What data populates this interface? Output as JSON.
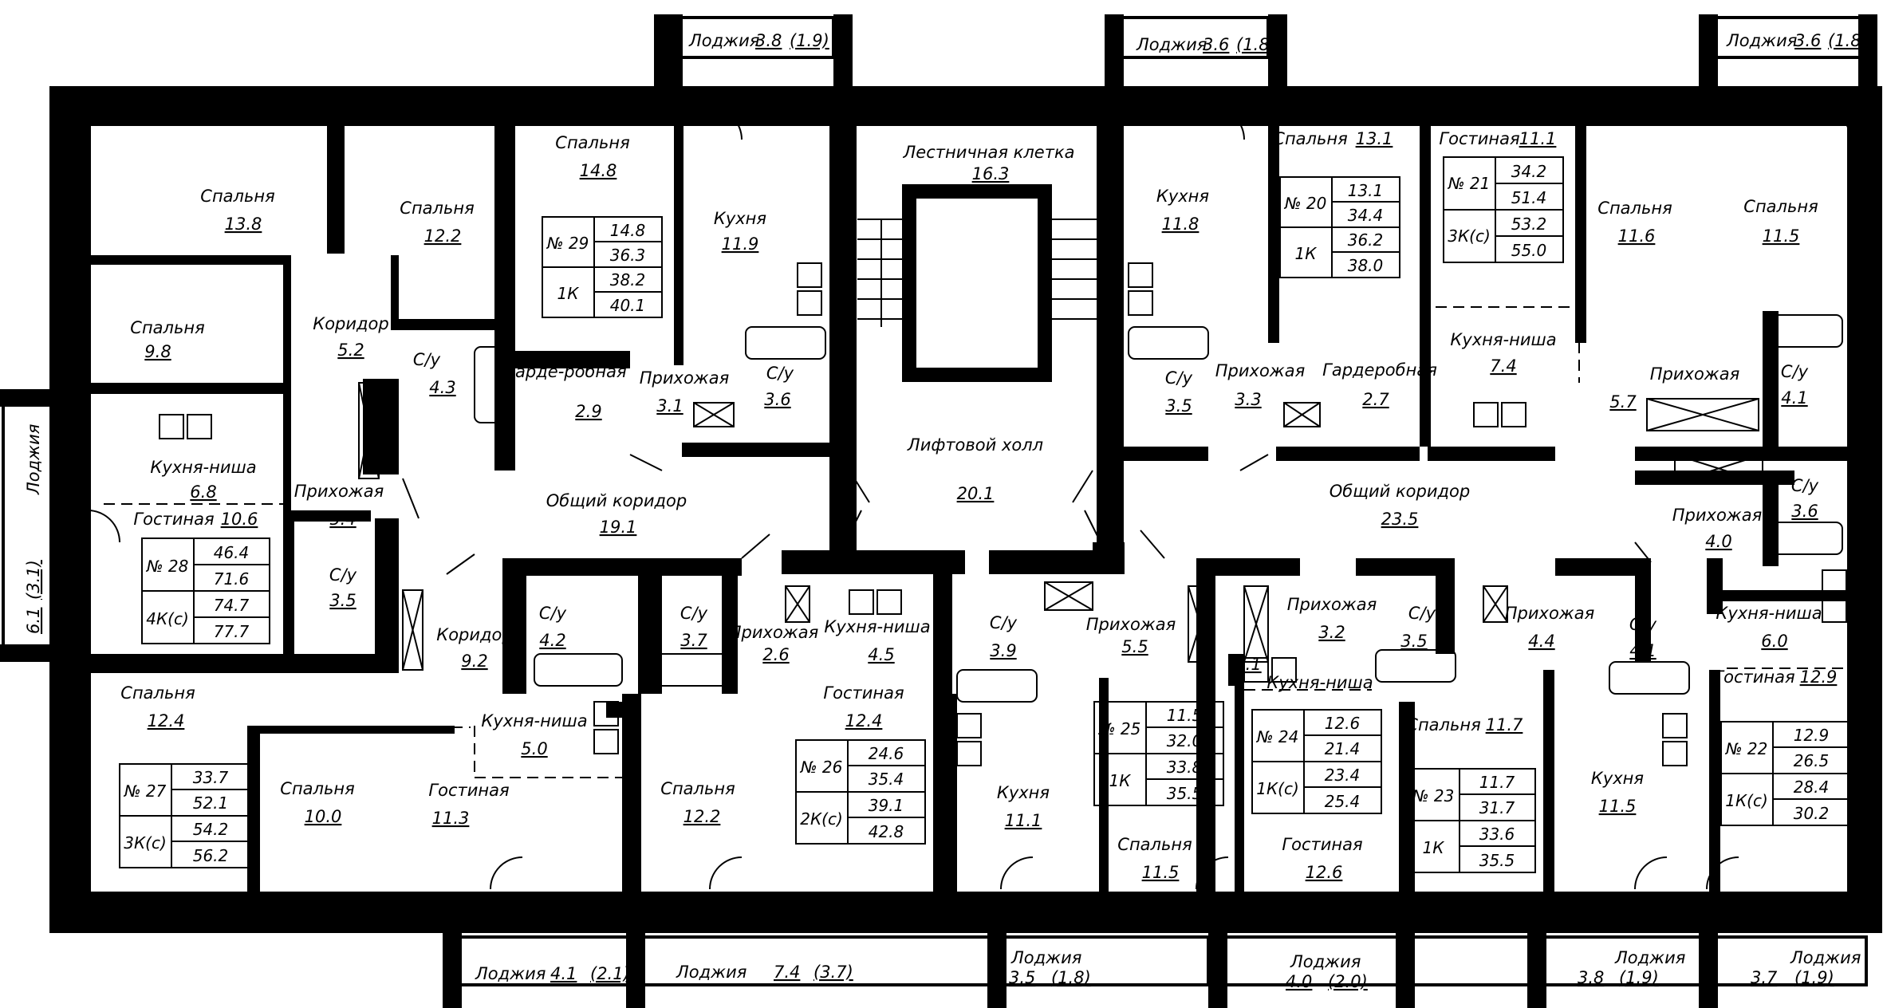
{
  "rooms": [
    {
      "name": "Спальня",
      "area": "13.8"
    },
    {
      "name": "Спальня",
      "area": "12.2"
    },
    {
      "name": "Спальня",
      "area": "9.8"
    },
    {
      "name": "Коридор",
      "area": "5.2"
    },
    {
      "name": "С/у",
      "area": "4.3"
    },
    {
      "name": "Кухня-ниша",
      "area": "6.8"
    },
    {
      "name": "Гостиная",
      "area": "10.6"
    },
    {
      "name": "Прихожая",
      "area": "5.4"
    },
    {
      "name": "С/у",
      "area": "3.5"
    },
    {
      "name": "Спальня",
      "area": "14.8"
    },
    {
      "name": "Кухня",
      "area": "11.9"
    },
    {
      "name": "Гарде-робная",
      "area": "2.9"
    },
    {
      "name": "Прихожая",
      "area": "3.1"
    },
    {
      "name": "С/у",
      "area": "3.6"
    },
    {
      "name": "Лестничная клетка",
      "area": "16.3"
    },
    {
      "name": "Лифтовой холл",
      "area": "20.1"
    },
    {
      "name": "Общий коридор",
      "area": "19.1"
    },
    {
      "name": "Кухня",
      "area": "11.8"
    },
    {
      "name": "Спальня",
      "area": "13.1"
    },
    {
      "name": "С/у",
      "area": "3.5"
    },
    {
      "name": "Прихожая",
      "area": "3.3"
    },
    {
      "name": "Гардеробная",
      "area": "2.7"
    },
    {
      "name": "Гостиная",
      "area": "11.1"
    },
    {
      "name": "Кухня-ниша",
      "area": "7.4"
    },
    {
      "name": "Спальня",
      "area": "11.6"
    },
    {
      "name": "Спальня",
      "area": "11.5"
    },
    {
      "name": "Прихожая",
      "area": "5.7"
    },
    {
      "name": "С/у",
      "area": "4.1"
    },
    {
      "name": "Общий коридор",
      "area": "23.5"
    },
    {
      "name": "С/у",
      "area": "3.6"
    },
    {
      "name": "Прихожая",
      "area": "4.0"
    },
    {
      "name": "Коридор",
      "area": "9.2"
    },
    {
      "name": "С/у",
      "area": "4.2"
    },
    {
      "name": "С/у",
      "area": "3.7"
    },
    {
      "name": "Прихожая",
      "area": "2.6"
    },
    {
      "name": "Кухня-ниша",
      "area": "4.5"
    },
    {
      "name": "С/у",
      "area": "3.9"
    },
    {
      "name": "Прихожая",
      "area": "5.5"
    },
    {
      "name": "Прихожая",
      "area": "3.2"
    },
    {
      "name": "С/у",
      "area": "3.5"
    },
    {
      "name": "Прихожая",
      "area": "4.4"
    },
    {
      "name": "С/у",
      "area": "4.1"
    },
    {
      "name": "Кухня-ниша",
      "area": "6.0"
    },
    {
      "name": "Кухня-ниша",
      "area": "2.1"
    },
    {
      "name": "Спальня",
      "area": "12.4"
    },
    {
      "name": "Кухня-ниша",
      "area": "5.0"
    },
    {
      "name": "Спальня",
      "area": "10.0"
    },
    {
      "name": "Гостиная",
      "area": "11.3"
    },
    {
      "name": "Спальня",
      "area": "12.2"
    },
    {
      "name": "Гостиная",
      "area": "12.4"
    },
    {
      "name": "Кухня",
      "area": "11.1"
    },
    {
      "name": "Спальня",
      "area": "11.5"
    },
    {
      "name": "Гостиная",
      "area": "12.6"
    },
    {
      "name": "Спальня",
      "area": "11.7"
    },
    {
      "name": "Кухня",
      "area": "11.5"
    },
    {
      "name": "Гостиная",
      "area": "12.9"
    }
  ],
  "loggias": [
    {
      "name": "Лоджия",
      "area": "3.8",
      "reduced": "(1.9)"
    },
    {
      "name": "Лоджия",
      "area": "3.6",
      "reduced": "(1.8)"
    },
    {
      "name": "Лоджия",
      "area": "3.6",
      "reduced": "(1.8)"
    },
    {
      "name": "Лоджия",
      "area": "6.1",
      "reduced": "(3.1)"
    },
    {
      "name": "Лоджия",
      "area": "4.1",
      "reduced": "(2.1)"
    },
    {
      "name": "Лоджия",
      "area": "7.4",
      "reduced": "(3.7)"
    },
    {
      "name": "Лоджия",
      "area": "3.5",
      "reduced": "(1.8)"
    },
    {
      "name": "Лоджия",
      "area": "4.0",
      "reduced": "(2.0)"
    },
    {
      "name": "Лоджия",
      "area": "3.8",
      "reduced": "(1.9)"
    },
    {
      "name": "Лоджия",
      "area": "3.7",
      "reduced": "(1.9)"
    }
  ],
  "apartments": [
    {
      "number": "№ 29",
      "type": "1К",
      "values": [
        "14.8",
        "36.3",
        "38.2",
        "40.1"
      ]
    },
    {
      "number": "№ 20",
      "type": "1К",
      "values": [
        "13.1",
        "34.4",
        "36.2",
        "38.0"
      ]
    },
    {
      "number": "№ 21",
      "type": "3К(с)",
      "values": [
        "34.2",
        "51.4",
        "53.2",
        "55.0"
      ]
    },
    {
      "number": "№ 28",
      "type": "4К(с)",
      "values": [
        "46.4",
        "71.6",
        "74.7",
        "77.7"
      ]
    },
    {
      "number": "№ 27",
      "type": "3К(с)",
      "values": [
        "33.7",
        "52.1",
        "54.2",
        "56.2"
      ]
    },
    {
      "number": "№ 26",
      "type": "2К(с)",
      "values": [
        "24.6",
        "35.4",
        "39.1",
        "42.8"
      ]
    },
    {
      "number": "№ 25",
      "type": "1К",
      "values": [
        "11.5",
        "32.0",
        "33.8",
        "35.5"
      ]
    },
    {
      "number": "№ 24",
      "type": "1К(с)",
      "values": [
        "12.6",
        "21.4",
        "23.4",
        "25.4"
      ]
    },
    {
      "number": "№ 23",
      "type": "1К",
      "values": [
        "11.7",
        "31.7",
        "33.6",
        "35.5"
      ]
    },
    {
      "number": "№ 22",
      "type": "1К(с)",
      "values": [
        "12.9",
        "26.5",
        "28.4",
        "30.2"
      ]
    }
  ]
}
